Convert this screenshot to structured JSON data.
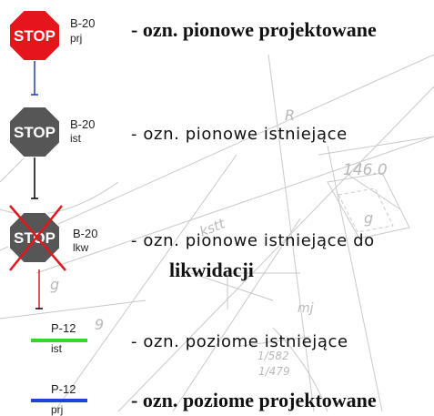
{
  "map_background": {
    "labels": [
      "R",
      "146.0",
      "kstt",
      "g",
      "mj",
      "g",
      "9",
      "1/582",
      "1/479"
    ]
  },
  "legend": {
    "items": [
      {
        "sign_text": "STOP",
        "code": "B-20",
        "sub": "prj",
        "description": "- ozn. pionowe projektowane",
        "style": "bold",
        "sign_color": "#e4161c",
        "connector_color": "#1f3fa8"
      },
      {
        "sign_text": "STOP",
        "code": "B-20",
        "sub": "ist",
        "description": "- ozn. pionowe istniejące",
        "style": "thin",
        "sign_color": "#565656",
        "connector_color": "#000000"
      },
      {
        "sign_text": "STOP",
        "code": "B-20",
        "sub": "lkw",
        "description": "- ozn. pionowe istniejące do",
        "description_cont": "likwidacji",
        "style": "thin",
        "sign_color": "#565656",
        "cross_color": "#e4161c",
        "connector_color": "#d32020"
      },
      {
        "code": "P-12",
        "sub": "ist",
        "description": "- ozn. poziome istniejące",
        "style": "thin",
        "line_color": "#33d62a"
      },
      {
        "code": "P-12",
        "sub": "prj",
        "description": "- ozn. poziome projektowane",
        "style": "bold",
        "line_color": "#1d44d6"
      }
    ]
  }
}
